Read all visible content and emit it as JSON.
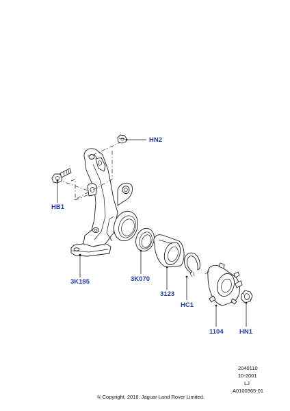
{
  "callouts": {
    "hn2": "HN2",
    "hb1": "HB1",
    "k3185": "3K185",
    "k3070": "3K070",
    "p3123": "3123",
    "hc1": "HC1",
    "p1104": "1104",
    "hn1": "HN1"
  },
  "footer": {
    "ref_code": "2040110",
    "date": "10-2001",
    "initials": "LJ",
    "illustration_id": "A0100365-01",
    "copyright": "© Copyright, 2016. Jaguar Land Rover Limited."
  },
  "colors": {
    "callout_text": "#1f3bd6",
    "line_art": "#1a1a1a",
    "background": "#ffffff"
  }
}
